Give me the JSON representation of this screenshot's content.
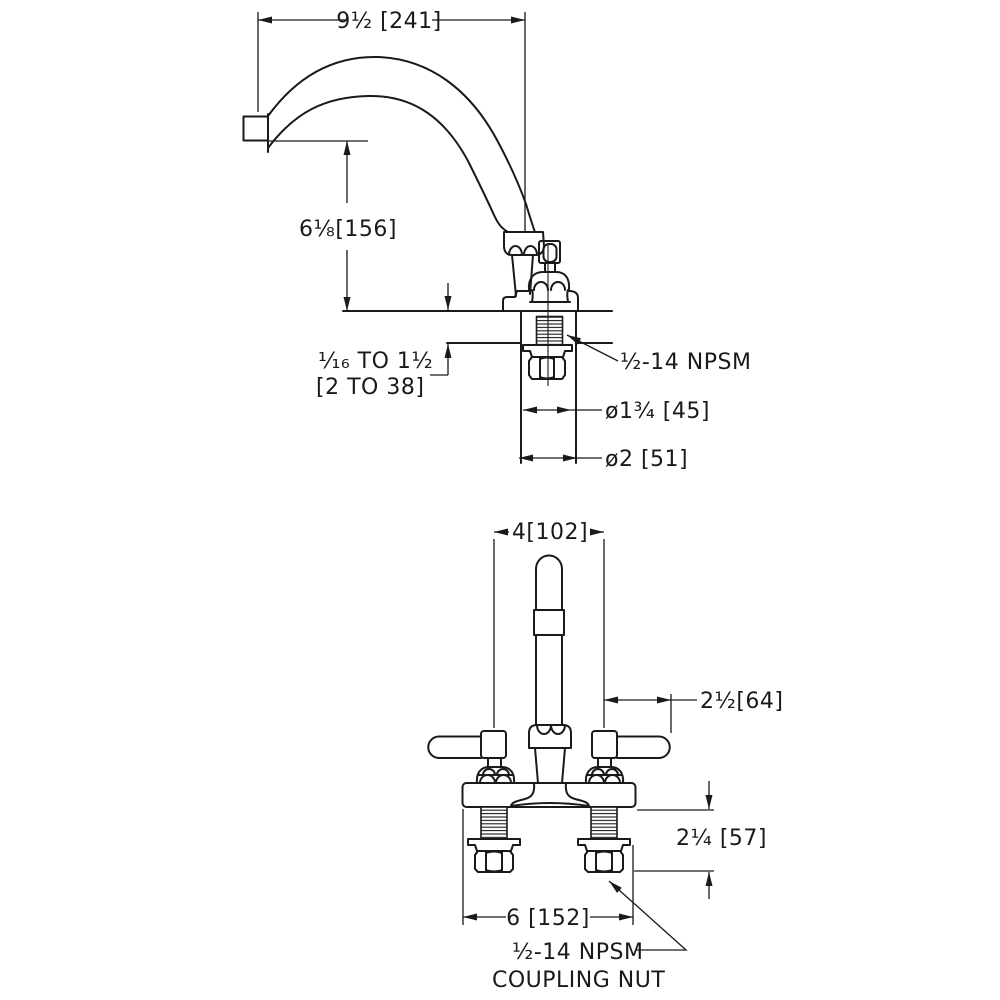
{
  "page": {
    "background": "#ffffff",
    "line_color": "#1a1a1a"
  },
  "side_view": {
    "dims": {
      "spout_reach": "9½ [241]",
      "spout_height": "6⅛[156]",
      "deck_thickness_line1": "¹⁄₁₆ TO 1½",
      "deck_thickness_line2": "[2 TO 38]",
      "shank_thread": "½-14 NPSM",
      "hole_dia": "ø1¾ [45]",
      "body_dia": "ø2 [51]"
    }
  },
  "front_view": {
    "dims": {
      "handle_centers": "4[102]",
      "handle_length": "2½[64]",
      "shank_length": "2¼ [57]",
      "base_width": "6 [152]",
      "coupling_line1": "½-14 NPSM",
      "coupling_line2": "COUPLING NUT"
    }
  }
}
